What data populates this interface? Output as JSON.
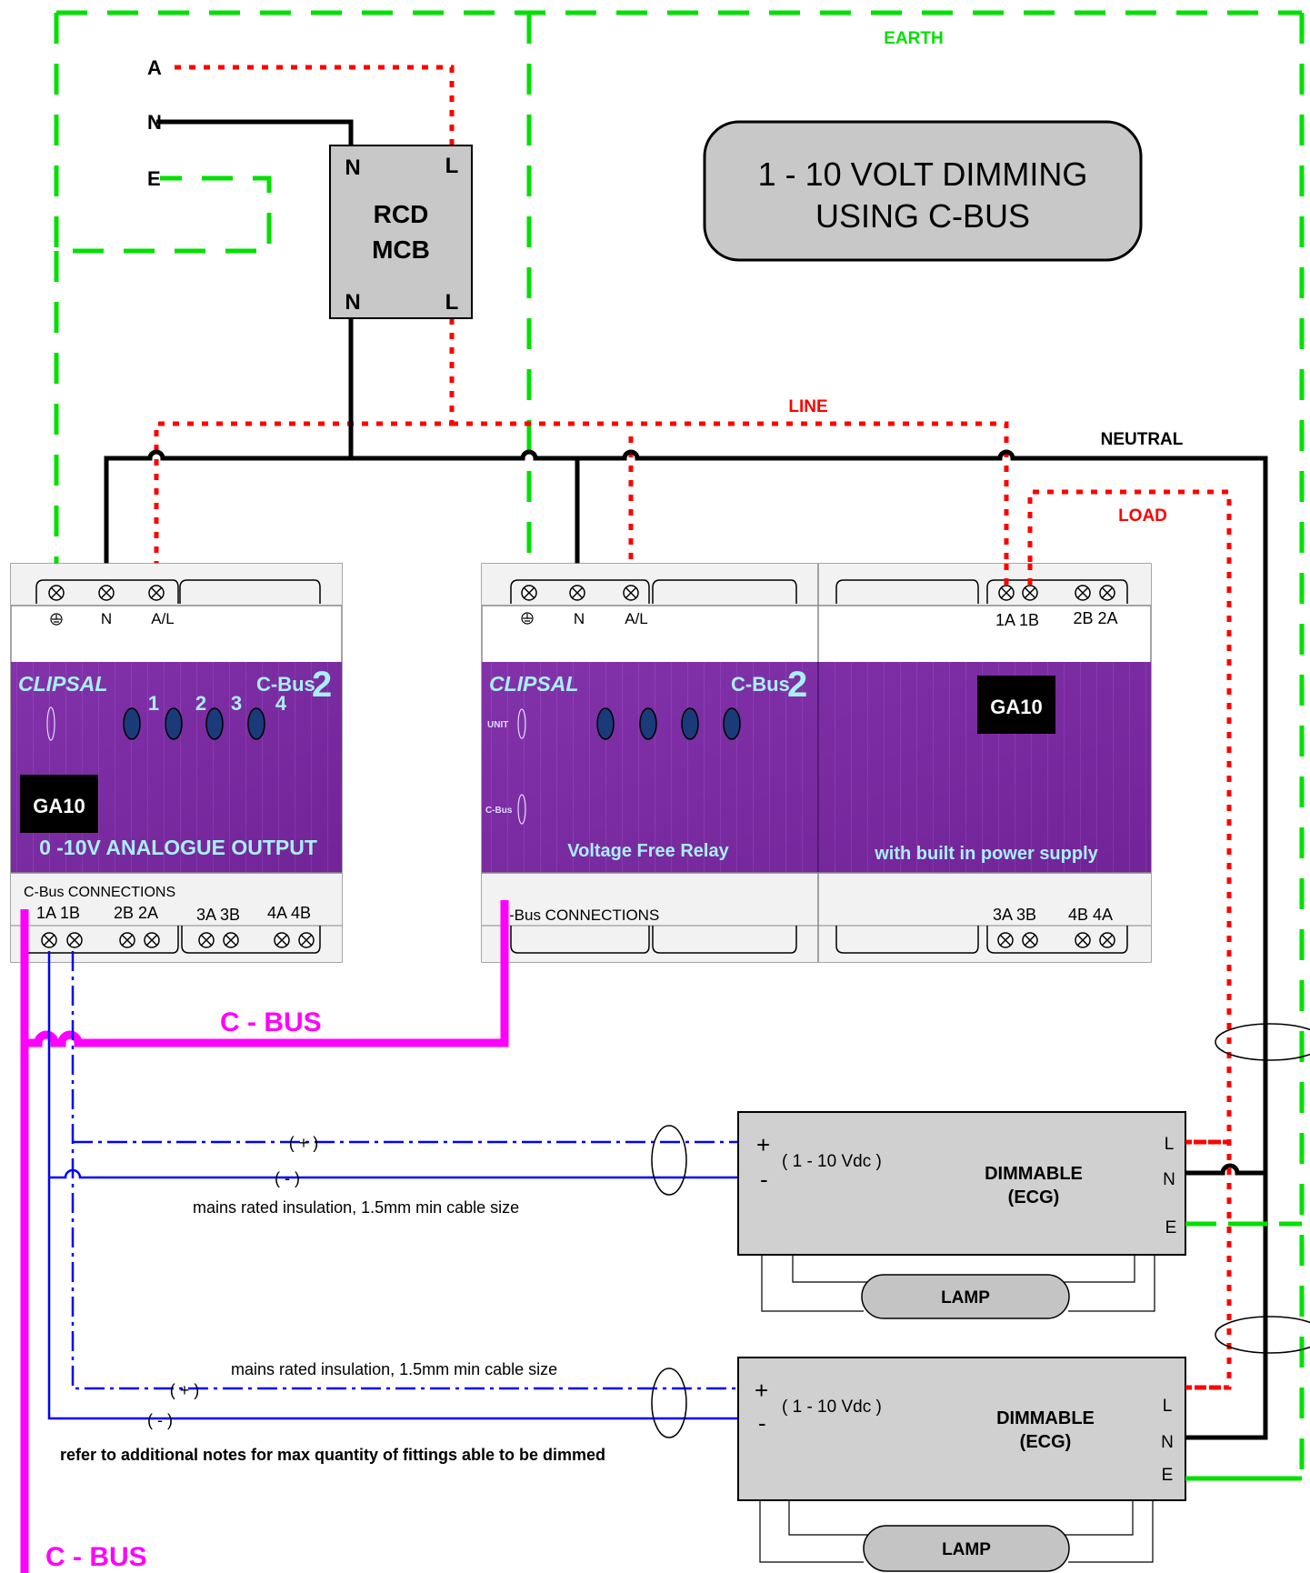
{
  "title": {
    "line1": "1 - 10 VOLT DIMMING",
    "line2": "USING C-BUS"
  },
  "supply": {
    "a": "A",
    "n": "N",
    "e": "E"
  },
  "rcd": {
    "line1": "RCD",
    "line2": "MCB",
    "n_top": "N",
    "l_top": "L",
    "n_bot": "N",
    "l_bot": "L"
  },
  "wires": {
    "earth": "EARTH",
    "line": "LINE",
    "neutral": "NEUTRAL",
    "load": "LOAD"
  },
  "module1": {
    "term_n": "N",
    "term_al": "A/L",
    "brand": "CLIPSAL",
    "logo": "C-Bus",
    "channels": [
      "1",
      "2",
      "3",
      "4"
    ],
    "model": "GA10",
    "caption": "0 -10V ANALOGUE OUTPUT",
    "bus_conn": "C-Bus CONNECTIONS",
    "bottom_terms": [
      "1A 1B",
      "2B 2A",
      "3A 3B",
      "4A 4B"
    ]
  },
  "module2": {
    "term_n": "N",
    "term_al": "A/L",
    "brand": "CLIPSAL",
    "logo": "C-Bus",
    "unit": "UNIT",
    "cbus": "C-Bus",
    "caption": "Voltage Free Relay",
    "bus_conn": "-Bus CONNECTIONS",
    "model": "GA10",
    "caption2": "with built in power supply",
    "top_terms": [
      "1A 1B",
      "2B 2A"
    ],
    "bottom_terms": [
      "3A 3B",
      "4B 4A"
    ]
  },
  "cbus": {
    "label_top": "C - BUS",
    "label_bottom": "C - BUS"
  },
  "cables": {
    "plus1": "( + )",
    "minus1": "( - )",
    "note1": "mains rated insulation, 1.5mm min cable size",
    "note2": "mains rated insulation, 1.5mm min cable size",
    "plus2": "( + )",
    "minus2": "( - )",
    "refer": "refer to additional notes for max quantity of fittings able to be dimmed"
  },
  "ecg1": {
    "plus": "+",
    "minus": "-",
    "range": "( 1 - 10 Vdc )",
    "name1": "DIMMABLE",
    "name2": "(ECG)",
    "l": "L",
    "n": "N",
    "e": "E",
    "lamp": "LAMP"
  },
  "ecg2": {
    "plus": "+",
    "minus": "-",
    "range": "( 1 - 10 Vdc )",
    "name1": "DIMMABLE",
    "name2": "(ECG)",
    "l": "L",
    "n": "N",
    "e": "E",
    "lamp": "LAMP"
  },
  "colors": {
    "earth": "#00e000",
    "line": "#ff0000",
    "neutral": "#000000",
    "cbus": "#ff00ff",
    "control": "#0000ff",
    "module": "#7a2a9e"
  }
}
